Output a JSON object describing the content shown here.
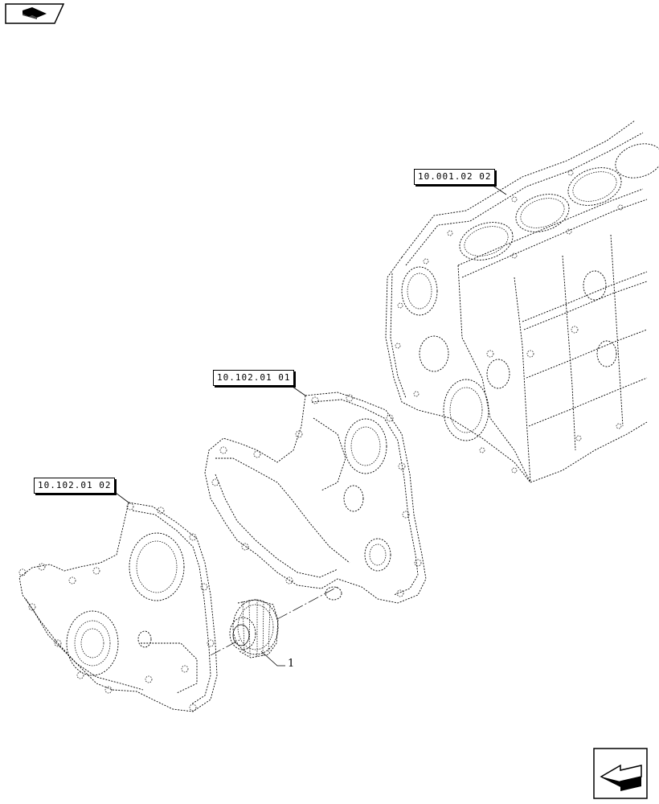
{
  "references": {
    "engine_block": "10.001.02 02",
    "timing_housing": "10.102.01 01",
    "front_cover": "10.102.01 02"
  },
  "callouts": {
    "gear": "1"
  },
  "icons": {
    "prev": "back-arrow-icon",
    "next": "next-arrow-icon"
  },
  "colors": {
    "line": "#000000",
    "background": "#ffffff"
  }
}
